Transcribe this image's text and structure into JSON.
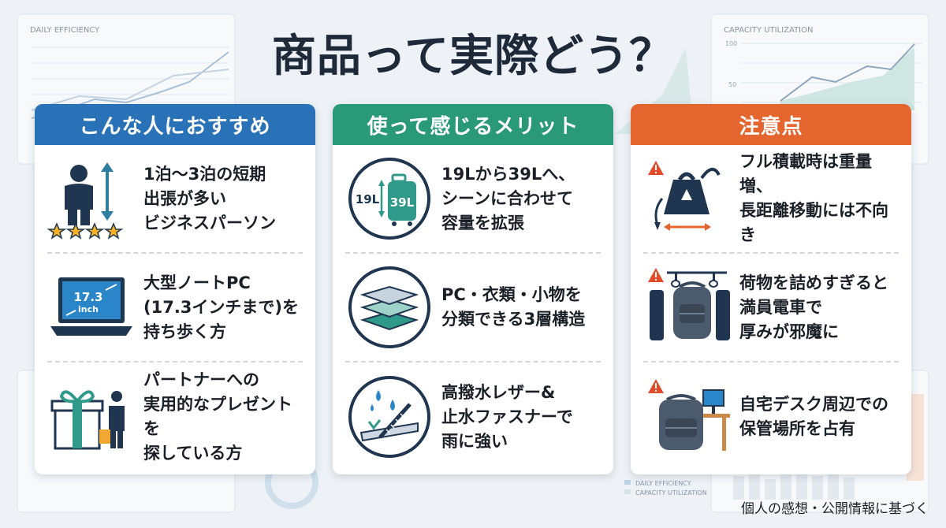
{
  "title": "商品って実際どう？",
  "colors": {
    "recommend": "#2a72b8",
    "merit": "#2a9978",
    "caution": "#e5652e",
    "navy": "#1f3550",
    "teal": "#2f9a8a"
  },
  "columns": [
    {
      "header": "こんな人におすすめ",
      "items": [
        {
          "icon": "person-stars-icon",
          "text": "1泊〜3泊の短期\n出張が多い\nビジネスパーソン"
        },
        {
          "icon": "laptop-icon",
          "icon_text": "17.3\ninch",
          "text": "大型ノートPC\n(17.3インチまで)を\n持ち歩く方"
        },
        {
          "icon": "gift-icon",
          "text": "パートナーへの\n実用的なプレゼントを\n探している方"
        }
      ]
    },
    {
      "header": "使って感じるメリット",
      "items": [
        {
          "icon": "suitcase-expand-icon",
          "icon_text_a": "19L",
          "icon_text_b": "39L",
          "text": "19Lから39Lへ、\nシーンに合わせて\n容量を拡張"
        },
        {
          "icon": "layers-icon",
          "text": "PC・衣類・小物を\n分類できる3層構造"
        },
        {
          "icon": "water-repellent-icon",
          "text": "高撥水レザー&\n止水ファスナーで\n雨に強い"
        }
      ]
    },
    {
      "header": "注意点",
      "items": [
        {
          "icon": "heavy-weight-icon",
          "text": "フル積載時は重量増、\n長距離移動には不向き"
        },
        {
          "icon": "crowded-train-icon",
          "text": "荷物を詰めすぎると\n満員電車で\n厚みが邪魔に"
        },
        {
          "icon": "desk-storage-icon",
          "text": "自宅デスク周辺での\n保管場所を占有"
        }
      ]
    }
  ],
  "background": {
    "left_chart_title": "DAILY EFFICIENCY",
    "right_chart_title": "CAPACITY UTILIZATION",
    "right_ticks": [
      "100",
      "50"
    ],
    "legend": [
      "DAILY EFFICIENCY",
      "CAPACITY UTILIZATION"
    ]
  },
  "footnote": "個人の感想・公開情報に基づく"
}
